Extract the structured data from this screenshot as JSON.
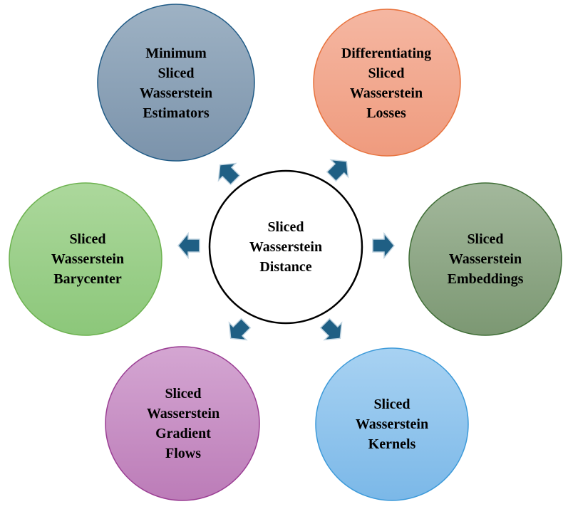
{
  "center": {
    "lines": [
      "Sliced",
      "Wasserstein",
      "Distance"
    ]
  },
  "nodes": [
    {
      "id": "minimum-estimators",
      "lines": [
        "Minimum",
        "Sliced",
        "Wasserstein",
        "Estimators"
      ],
      "fill_top": "#9eb2c4",
      "fill_bottom": "#7b93ab",
      "stroke": "#1e5a86"
    },
    {
      "id": "differentiating-losses",
      "lines": [
        "Differentiating",
        "Sliced",
        "Wasserstein",
        "Losses"
      ],
      "fill_top": "#f5b7a2",
      "fill_bottom": "#ef9b7e",
      "stroke": "#e8733e"
    },
    {
      "id": "embeddings",
      "lines": [
        "Sliced",
        "Wasserstein",
        "Embeddings"
      ],
      "fill_top": "#a3b89c",
      "fill_bottom": "#7c9873",
      "stroke": "#3f6e36"
    },
    {
      "id": "kernels",
      "lines": [
        "Sliced",
        "Wasserstein",
        "Kernels"
      ],
      "fill_top": "#a8d2f2",
      "fill_bottom": "#7bb8e8",
      "stroke": "#3d9ad9"
    },
    {
      "id": "gradient-flows",
      "lines": [
        "Sliced",
        "Wasserstein",
        "Gradient",
        "Flows"
      ],
      "fill_top": "#d4a6d2",
      "fill_bottom": "#bc7cb8",
      "stroke": "#9a3d93"
    },
    {
      "id": "barycenter",
      "lines": [
        "Sliced",
        "Wasserstein",
        "Barycenter"
      ],
      "fill_top": "#acd89c",
      "fill_bottom": "#8cc77a",
      "stroke": "#6cb24f"
    }
  ],
  "colors": {
    "arrow_fill": "#1f5f84",
    "arrow_stroke": "#bfd3e0",
    "center_fill": "#ffffff",
    "center_stroke": "#000000"
  }
}
